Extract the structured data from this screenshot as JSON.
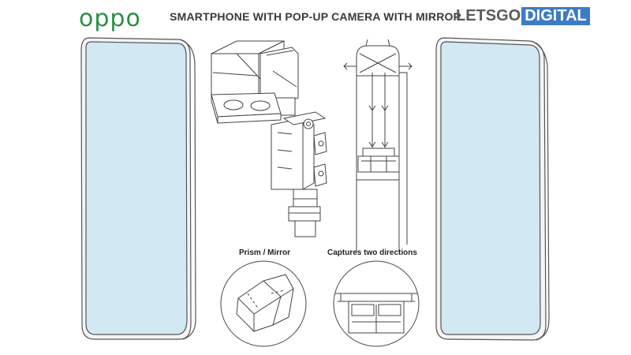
{
  "header": {
    "brand": "oppo",
    "title": "SMARTPHONE WITH POP-UP CAMERA WITH MIRROR",
    "source_brand_main": "LETSGO",
    "source_brand_accent": "DIGITAL"
  },
  "labels": {
    "prism": "Prism / Mirror",
    "captures": "Captures two directions"
  },
  "colors": {
    "brand_green": "#2a8f44",
    "screen": "#d2e8f3",
    "accent_blue": "#3c7cc4",
    "line": "#444444"
  }
}
